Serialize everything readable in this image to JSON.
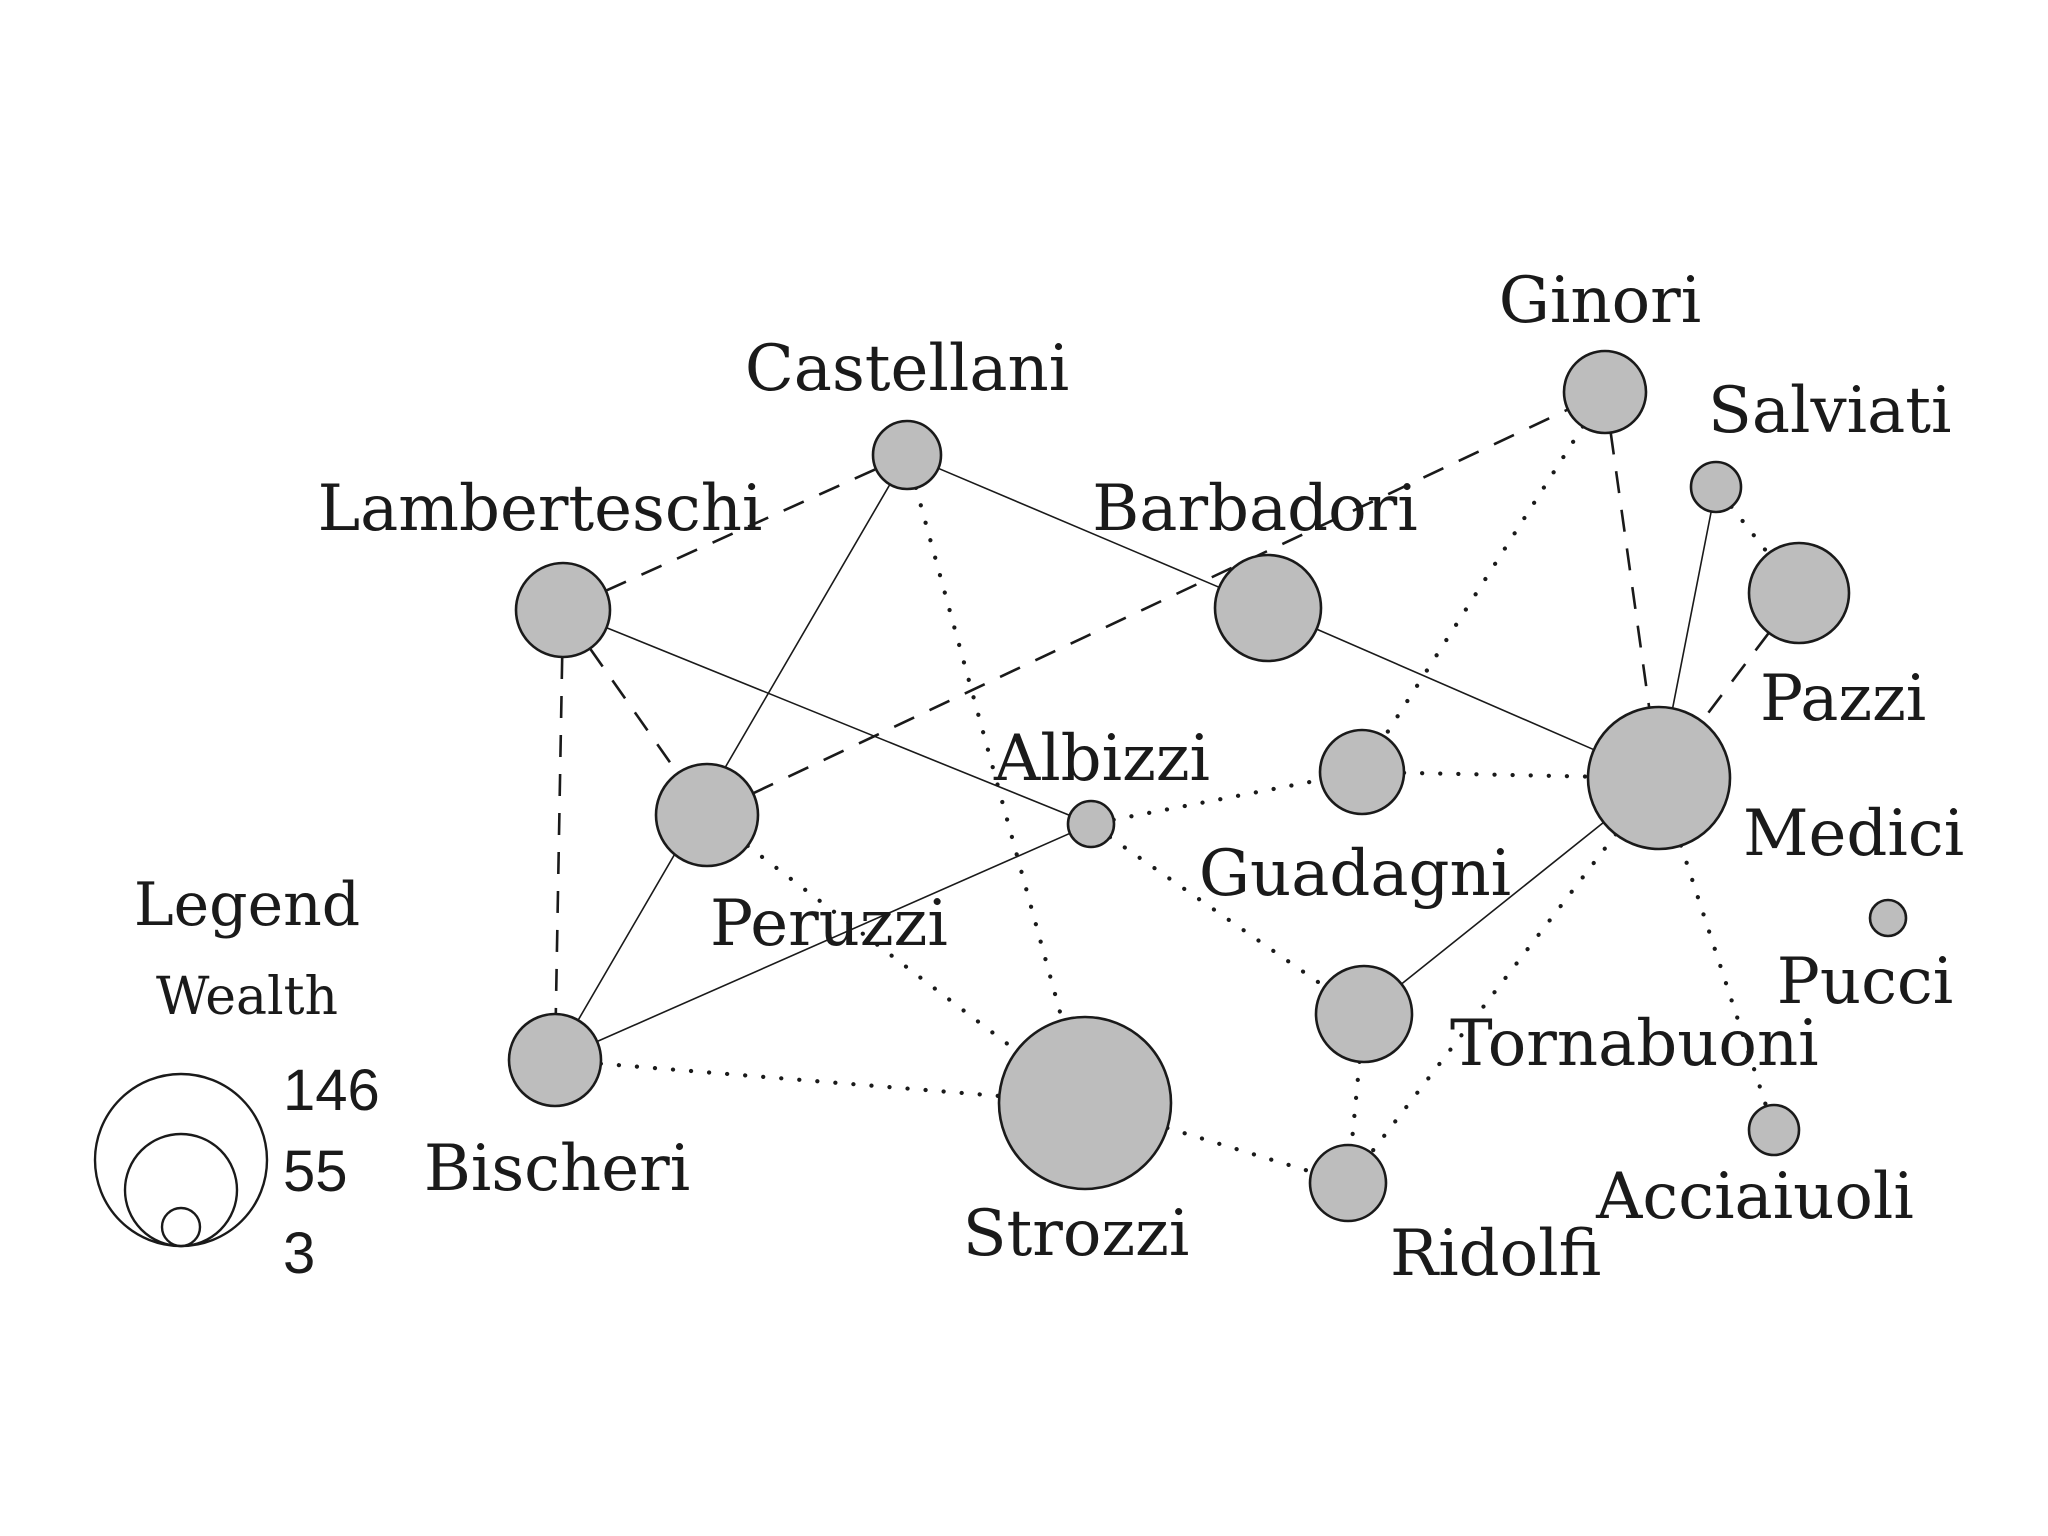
{
  "style": {
    "node_fill": "#bdbdbd",
    "stroke": "#1a1a1a",
    "background": "#ffffff"
  },
  "nodes": [
    {
      "id": "castellani",
      "label": "Castellani"
    },
    {
      "id": "ginori",
      "label": "Ginori"
    },
    {
      "id": "salviati",
      "label": "Salviati"
    },
    {
      "id": "lamberteschi",
      "label": "Lamberteschi"
    },
    {
      "id": "barbadori",
      "label": "Barbadori"
    },
    {
      "id": "pazzi",
      "label": "Pazzi"
    },
    {
      "id": "albizzi",
      "label": "Albizzi"
    },
    {
      "id": "guadagni",
      "label": "Guadagni"
    },
    {
      "id": "medici",
      "label": "Medici"
    },
    {
      "id": "peruzzi",
      "label": "Peruzzi"
    },
    {
      "id": "pucci",
      "label": "Pucci"
    },
    {
      "id": "bischeri",
      "label": "Bischeri"
    },
    {
      "id": "tornabuoni",
      "label": "Tornabuoni"
    },
    {
      "id": "strozzi",
      "label": "Strozzi"
    },
    {
      "id": "ridolfi",
      "label": "Ridolfi"
    },
    {
      "id": "acciaiuoli",
      "label": "Acciaiuoli"
    }
  ],
  "edges": [
    {
      "source": "castellani",
      "target": "barbadori",
      "style": "solid"
    },
    {
      "source": "castellani",
      "target": "bischeri",
      "style": "solid"
    },
    {
      "source": "lamberteschi",
      "target": "albizzi",
      "style": "solid"
    },
    {
      "source": "barbadori",
      "target": "medici",
      "style": "solid"
    },
    {
      "source": "albizzi",
      "target": "bischeri",
      "style": "solid"
    },
    {
      "source": "medici",
      "target": "tornabuoni",
      "style": "solid"
    },
    {
      "source": "salviati",
      "target": "medici",
      "style": "solid"
    },
    {
      "source": "lamberteschi",
      "target": "castellani",
      "style": "dashed"
    },
    {
      "source": "lamberteschi",
      "target": "peruzzi",
      "style": "dashed"
    },
    {
      "source": "lamberteschi",
      "target": "bischeri",
      "style": "dashed"
    },
    {
      "source": "peruzzi",
      "target": "ginori",
      "style": "dashed"
    },
    {
      "source": "ginori",
      "target": "medici",
      "style": "dashed"
    },
    {
      "source": "pazzi",
      "target": "medici",
      "style": "dashed"
    },
    {
      "source": "castellani",
      "target": "strozzi",
      "style": "dotted"
    },
    {
      "source": "ginori",
      "target": "guadagni",
      "style": "dotted"
    },
    {
      "source": "salviati",
      "target": "pazzi",
      "style": "dotted"
    },
    {
      "source": "albizzi",
      "target": "guadagni",
      "style": "dotted"
    },
    {
      "source": "guadagni",
      "target": "medici",
      "style": "dotted"
    },
    {
      "source": "albizzi",
      "target": "tornabuoni",
      "style": "dotted"
    },
    {
      "source": "peruzzi",
      "target": "strozzi",
      "style": "dotted"
    },
    {
      "source": "bischeri",
      "target": "strozzi",
      "style": "dotted"
    },
    {
      "source": "strozzi",
      "target": "ridolfi",
      "style": "dotted"
    },
    {
      "source": "tornabuoni",
      "target": "ridolfi",
      "style": "dotted"
    },
    {
      "source": "medici",
      "target": "ridolfi",
      "style": "dotted"
    },
    {
      "source": "medici",
      "target": "acciaiuoli",
      "style": "dotted"
    }
  ],
  "legend": {
    "title": "Legend",
    "subtitle": "Wealth",
    "values": [
      "146",
      "55",
      "3"
    ]
  }
}
